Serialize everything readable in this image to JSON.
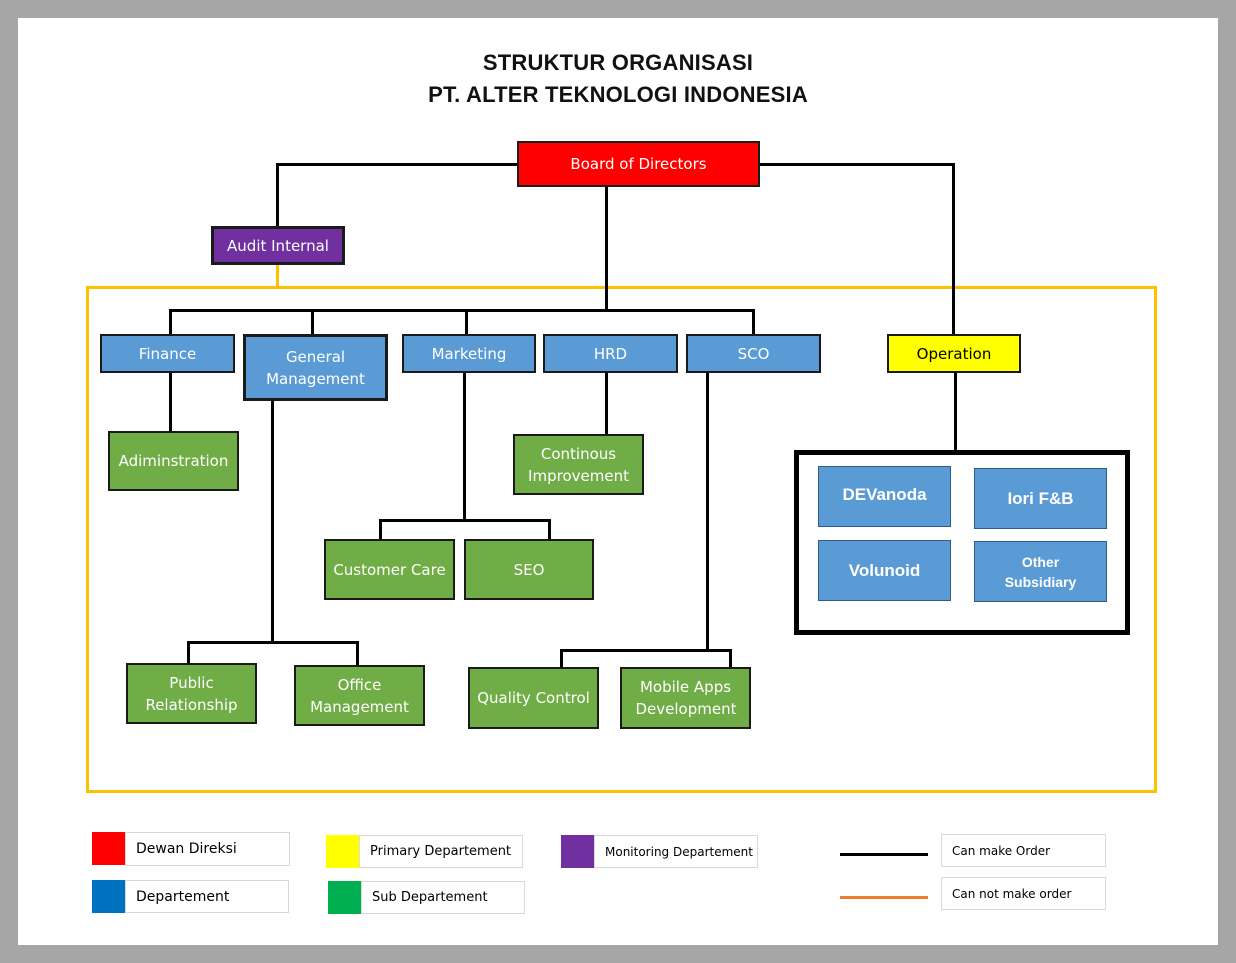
{
  "title": {
    "line1": "STRUKTUR ORGANISASI",
    "line2": "PT. ALTER TEKNOLOGI INDONESIA"
  },
  "nodes": {
    "board": "Board of Directors",
    "audit": "Audit Internal",
    "finance": "Finance",
    "general_management": "General Management",
    "marketing": "Marketing",
    "hrd": "HRD",
    "sco": "SCO",
    "operation": "Operation",
    "administration": "Adiminstration",
    "continuous_improvement": "Continous Improvement",
    "customer_care": "Customer Care",
    "seo": "SEO",
    "public_relationship": "Public Relationship",
    "office_management": "Office Management",
    "quality_control": "Quality Control",
    "mobile_apps": "Mobile Apps Development"
  },
  "subsidiaries": {
    "devanoda": "DEVanoda",
    "iori": "Iori F&B",
    "volunoid": "Volunoid",
    "other": "Other Subsidiary"
  },
  "legend": {
    "dewan_direksi": "Dewan Direksi",
    "departement": "Departement",
    "primary_departement": "Primary Departement",
    "sub_departement": "Sub Departement",
    "monitoring_departement": "Monitoring Departement",
    "can_make_order": "Can make Order",
    "cannot_make_order": "Can not make order"
  },
  "colors": {
    "dewan_direksi": "#ff0000",
    "departement": "#0070c0",
    "primary_departement": "#ffff00",
    "sub_departement": "#00b050",
    "monitoring_departement": "#7030a0",
    "can_make_order_line": "#000000",
    "cannot_make_order_line": "#ed7d31",
    "department_box": "#5b9bd5",
    "sub_box": "#70ad47",
    "frame": "#ffc000"
  }
}
